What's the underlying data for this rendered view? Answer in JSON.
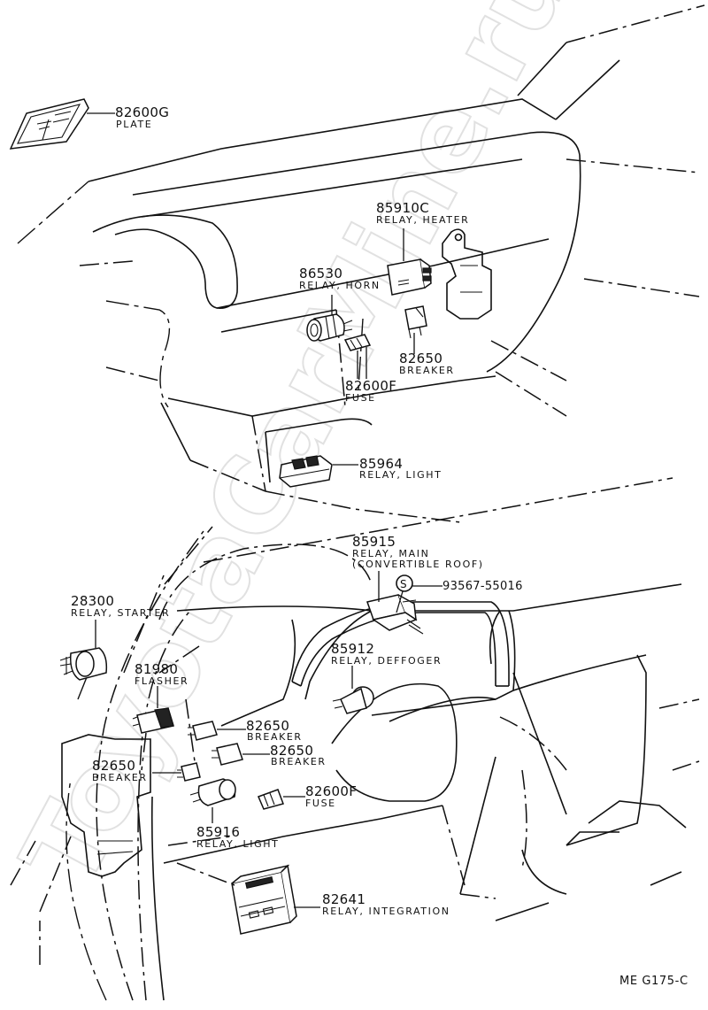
{
  "watermark": "ToyotaCarMine.ru",
  "footer_ref": "ME  G175-C",
  "parts": {
    "p82600g": {
      "num": "82600G",
      "desc": [
        "PLATE"
      ]
    },
    "p85910c": {
      "num": "85910C",
      "desc": [
        "RELAY, HEATER"
      ]
    },
    "p86530": {
      "num": "86530",
      "desc": [
        "RELAY, HORN"
      ]
    },
    "p82650a": {
      "num": "82650",
      "desc": [
        "BREAKER"
      ]
    },
    "p82600f": {
      "num": "82600F",
      "desc": [
        "FUSE"
      ]
    },
    "p85964": {
      "num": "85964",
      "desc": [
        "RELAY, LIGHT"
      ]
    },
    "p85915": {
      "num": "85915",
      "desc": [
        "RELAY, MAIN",
        "(CONVERTIBLE ROOF)"
      ]
    },
    "p93567": {
      "num": "93567-55016",
      "desc": []
    },
    "p28300": {
      "num": "28300",
      "desc": [
        "RELAY, STARTER"
      ]
    },
    "p85912": {
      "num": "85912",
      "desc": [
        "RELAY, DEFFOGER"
      ]
    },
    "p81980": {
      "num": "81980",
      "desc": [
        "FLASHER"
      ]
    },
    "p82650b": {
      "num": "82650",
      "desc": [
        "BREAKER"
      ]
    },
    "p82650c": {
      "num": "82650",
      "desc": [
        "BREAKER"
      ]
    },
    "p82650d": {
      "num": "82650",
      "desc": [
        "BREAKER"
      ]
    },
    "p82600f2": {
      "num": "82600F",
      "desc": [
        "FUSE"
      ]
    },
    "p85916": {
      "num": "85916",
      "desc": [
        "RELAY, LIGHT"
      ]
    },
    "p82641": {
      "num": "82641",
      "desc": [
        "RELAY, INTEGRATION"
      ]
    }
  },
  "symbols": {
    "s_mark": "S"
  }
}
